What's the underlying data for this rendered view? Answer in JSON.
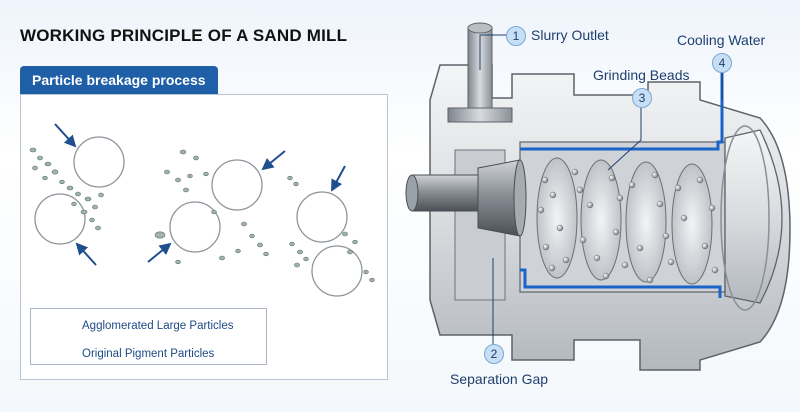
{
  "title": "WORKING PRINCIPLE OF A SAND MILL",
  "panel": {
    "tab_label": "Particle breakage process",
    "legend": {
      "large": "Agglomerated Large Particles",
      "small": "Original Pigment Particles"
    }
  },
  "callouts": [
    {
      "number": "1",
      "label": "Slurry Outlet"
    },
    {
      "number": "2",
      "label": "Separation Gap"
    },
    {
      "number": "3",
      "label": "Grinding Beads"
    },
    {
      "number": "4",
      "label": "Cooling Water"
    }
  ],
  "colors": {
    "accent": "#1f5fa8",
    "cooling_line": "#1a63c8",
    "metal_dark": "#8a8f96",
    "metal_light": "#e9ecef"
  }
}
